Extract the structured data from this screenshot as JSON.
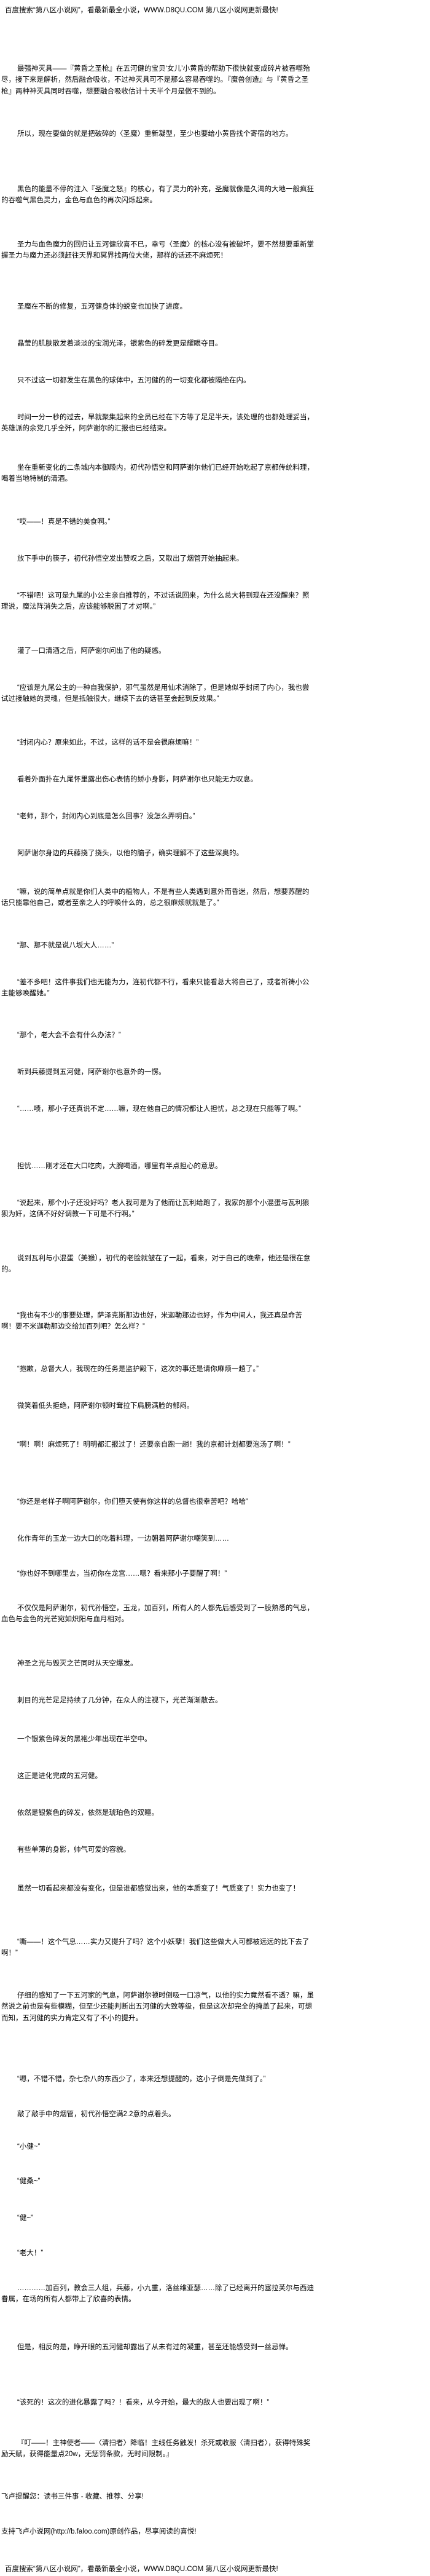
{
  "header_banner": "百度搜索“第八区小说网”，看最新最全小说，WWW.D8QU.COM  第八区小说网更新最快!",
  "footer_banner": "百度搜索“第八区小说网”，看最新最全小说，WWW.D8QU.COM  第八区小说网更新最快!",
  "paragraphs": [
    "最强神灭具——『黄昏之圣枪』在五河健的宝贝‘女儿’小黄昏的帮助下很快就变成碎片被吞噬殆尽，接下来是解析，然后融合吸收，不过神灭具可不是那么容易吞噬的。『魔兽创造』与『黄昏之圣枪』两种神灭具同时吞噬，想要融合吸收估计十天半个月是做不到的。",
    "所以，现在要做的就是把破碎的〈圣魔〉重新凝型，至少也要给小黄昏找个寄宿的地方。",
    "黑色的能量不停的注入『圣魔之怒』的核心，有了灵力的补充，圣魔就像是久渴的大地一般疯狂的吞噬气黑色灵力，金色与血色的再次闪烁起来。",
    "圣力与血色魔力的回归让五河健欣喜不已，幸亏〈圣魔〉的核心没有被破坏，要不然想要重新掌握圣力与魔力还必须赶往天界和冥界找两位大佬，那样的话还不麻烦死！",
    "圣魔在不断的修复，五河健身体的蜕变也加快了进度。",
    "晶莹的肌肤散发着淡淡的宝润光泽，银紫色的碎发更是耀眼夺目。",
    "只不过这一切都发生在黑色的球体中，五河健的的一切变化都被隔绝在内。",
    "时间一分一秒的过去，早就聚集起来的全员已经在下方等了足足半天，该处理的也都处理妥当，英雄派的余党几乎全歼，阿萨谢尔的汇报也已经结束。",
    "坐在重新变化的二条城内本御殿内，初代孙悟空和阿萨谢尔他们已经开始吃起了京都传统料理，喝着当地特制的清酒。",
    "“哎——！真是不错的美食啊。”",
    "放下手中的筷子，初代孙悟空发出赞叹之后，又取出了烟管开始抽起来。",
    "“不错吧！这可是九尾的小公主亲自推荐的，不过话说回来，为什么总大将到现在还没醒来？照理说，魔法阵消失之后，应该能够脱困了才对啊。”",
    "灌了一口清酒之后，阿萨谢尔问出了他的疑惑。",
    "“应该是九尾公主的一种自我保护，邪气虽然是用仙术消除了，但是她似乎封闭了内心，我也尝试过接触她的灵魂，但是抵触很大，继续下去的话甚至会起到反效果。”",
    "“封闭内心？原来如此，不过，这样的话不是会很麻烦嘛！”",
    "看着外面扑在九尾怀里露出伤心表情的娇小身影，阿萨谢尔也只能无力叹息。",
    "“老师，那个，封闭内心到底是怎么回事？没怎么弄明白。”",
    "阿萨谢尔身边的兵藤挠了挠头，以他的脑子，确实理解不了这些深奥的。",
    "“嘛，说的简单点就是你们人类中的植物人，不是有些人类遇到意外而昏迷，然后，想要苏醒的话只能靠他自己，或者至亲之人的呼唤什么的，总之很麻烦就就是了。”",
    "“那、那不就是说八坂大人……”",
    "“差不多吧！这件事我们也无能为力，连初代都不行，看来只能看总大将自己了，或者祈祷小公主能够唤醒她。”",
    "“那个，老大会不会有什么办法？”",
    "听到兵藤提到五河健，阿萨谢尔也意外的一愣。",
    "“……啧，那小子还真说不定……嘛，现在他自己的情况都让人担忧，总之现在只能等了啊。”",
    "担忧……刚才还在大口吃肉，大腕喝酒，哪里有半点担心的意思。",
    "“说起来，那个小子还没好吗？老人我可是为了他而让瓦利给跑了，我家的那个小混蛋与瓦利狼狈为奸，这俩不好好调教一下可是不行啊。”",
    "说到瓦利与小混蛋（美猴），初代的老脸就皱在了一起，看来，对于自己的晚辈，他还是很在意的。",
    "“我也有不少的事要处理，萨泽克斯那边也好，米迦勒那边也好，作为中间人，我还真是命苦啊！要不米迦勒那边交给加百列吧？怎么样？”",
    "“抱歉，总督大人，我现在的任务是监护殿下，这次的事还是请你麻烦一趟了。”",
    "微笑着低头拒绝，阿萨谢尔顿时耷拉下肩膀满脸的郁闷。",
    "“啊！啊！麻烦死了！明明都汇报过了！还要亲自跑一趟！我的京都计划都要泡汤了啊！”",
    "“你还是老样子啊阿萨谢尔，你们堕天使有你这样的总督也很幸苦吧？哈哈”",
    "化作青年的玉龙一边大口的吃着料理，一边朝着阿萨谢尔嘲笑到……",
    "“你也好不到哪里去，当初你在龙宫……嗯？看来那小子要醒了啊！”",
    "不仅仅是阿萨谢尔，初代孙悟空，玉龙，加百列，所有人的人都先后感受到了一股熟悉的气息，血色与金色的光芒宛如炽阳与血月相对。",
    "神圣之光与毁灭之芒同时从天空爆发。",
    "刺目的光芒足足持续了几分钟，在众人的注视下，光芒渐渐散去。",
    "一个银紫色碎发的黑袍少年出现在半空中。",
    "这正是进化完成的五河健。",
    "依然是银紫色的碎发，依然是琥珀色的双瞳。",
    "有些单薄的身影，帅气可爱的容貌。",
    "虽然一切看起来都没有变化，但是谁都感觉出来，他的本质变了！气质变了！实力也变了！",
    "“嘶——！这个气息……实力又提升了吗？这个小妖孽！我们这些做大人可都被远远的比下去了啊！”",
    "仔细的感知了一下五河家的气息，阿萨谢尔顿时倒吸一口凉气，以他的实力竟然看不透？嘛，虽然说之前也是有些模糊，但至少还能判断出五河健的大致等级，但是这次却完全的掩盖了起来，可想而知，五河健的实力肯定又有了不小的提升。",
    "“嗯，不错不错，杂七杂八的东西少了，本来还想提醒的，这小子倒是先做到了。”",
    "敲了敲手中的烟管，初代孙悟空满2.2意的点着头。",
    "“小健~”",
    "“健桑~”",
    "“健~”",
    "“老大！”",
    "…………加百列，教会三人组，兵藤，小九重，洛丝维亚瑟……除了已经离开的塞拉芙尔与西迪眷属，在场的所有人都带上了欣喜的表情。",
    "但是，相反的是，睁开眼的五河健却露出了从未有过的凝重，甚至还能感受到一丝忌惮。",
    "“该死的！这次的进化暴露了吗？！看来，从今开始，最大的敌人也要出现了啊！”",
    "『叮——！主神使者——〈清扫者〉降临！主线任务触发！杀死或收服〈清扫者〉，获得特殊奖励天赋，获得能量点20w，无惩罚条款，无时间限制。』",
    "飞卢提醒您：读书三件事 - 收藏、推荐、分享!",
    "支持飞卢小说网(http://b.faloo.com)原创作品，尽享阅读的喜悦!"
  ]
}
